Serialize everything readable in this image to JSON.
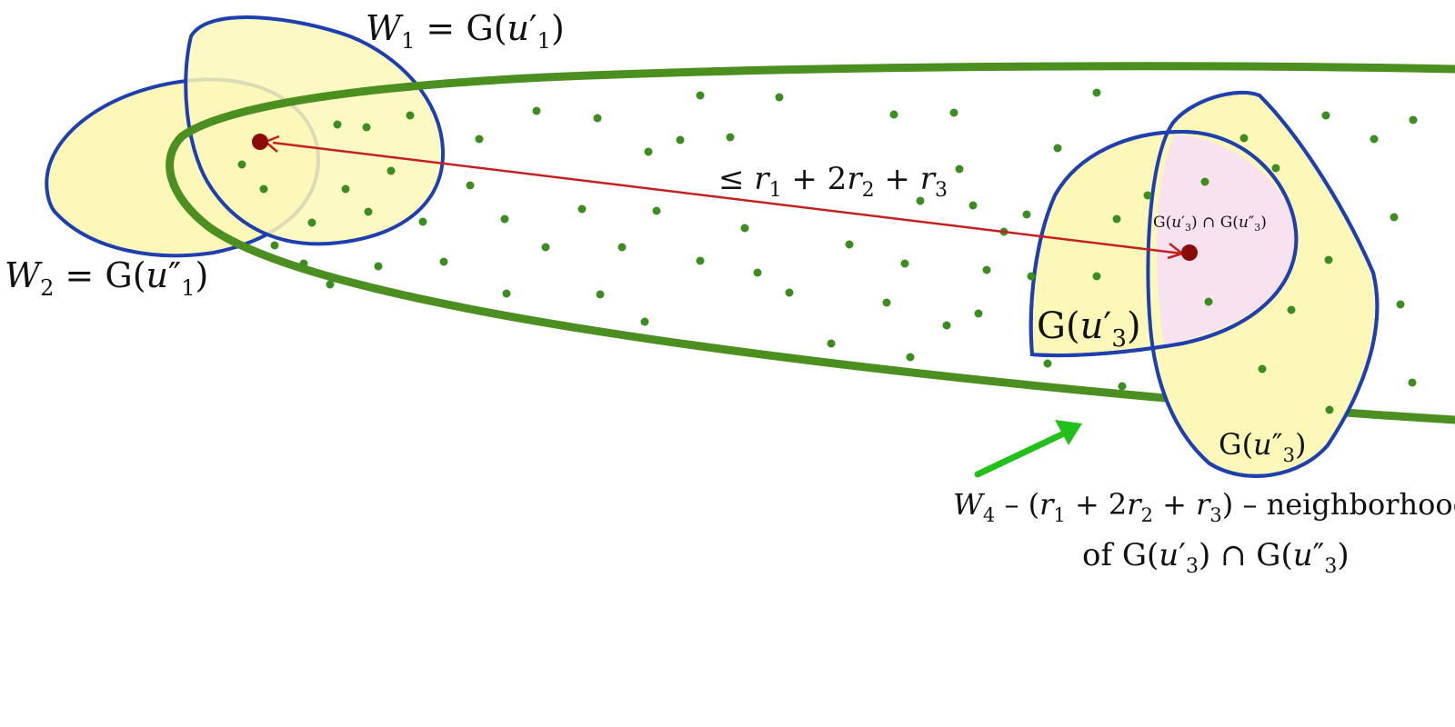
{
  "labels": {
    "w1": {
      "var": "W",
      "sub": "1",
      "eq": " = G(",
      "arg": "u",
      "prime": "′",
      "argsub": "1",
      "close": ")"
    },
    "w2": {
      "var": "W",
      "sub": "2",
      "eq": " = G(",
      "arg": "u",
      "prime": "″",
      "argsub": "1",
      "close": ")"
    },
    "distance": {
      "rel": "≤ ",
      "t1": "r",
      "s1": "1",
      "p1": " + 2",
      "t2": "r",
      "s2": "2",
      "p2": " + ",
      "t3": "r",
      "s3": "3"
    },
    "intersection_small": {
      "g1": "G(",
      "a1": "u",
      "pr1": "′",
      "s1": "3",
      "mid": ") ∩ G(",
      "a2": "u",
      "pr2": "″",
      "s2": "3",
      "close": ")"
    },
    "g_u3_prime": {
      "g": "G(",
      "a": "u",
      "pr": "′",
      "s": "3",
      "close": ")"
    },
    "g_u3_dprime": {
      "g": "G(",
      "a": "u",
      "pr": "″",
      "s": "3",
      "close": ")"
    },
    "w4_line1": {
      "var": "W",
      "sub": "4",
      "dash": " –  (",
      "t1": "r",
      "s1": "1",
      "p1": " + 2",
      "t2": "r",
      "s2": "2",
      "p2": " + ",
      "t3": "r",
      "s3": "3",
      "tail": ") – neighborhood"
    },
    "w4_line2": {
      "of": "of G(",
      "a1": "u",
      "pr1": "′",
      "s1": "3",
      "mid": ") ∩ G(",
      "a2": "u",
      "pr2": "″",
      "s2": "3",
      "close": ")"
    }
  },
  "colors": {
    "green_outline": "#4a8f1f",
    "blue_outline": "#1e3fb0",
    "yellow_fill": "#fdf8b8",
    "pink_fill": "#f8e2f0",
    "dot_green": "#3a8d1e",
    "red_arrow": "#c42020",
    "dark_red_point": "#8b0a0a",
    "pointer_arrow": "#22c01a"
  },
  "icons": {
    "pointer": "green-arrow-icon",
    "endpoint": "red-dot-icon"
  }
}
